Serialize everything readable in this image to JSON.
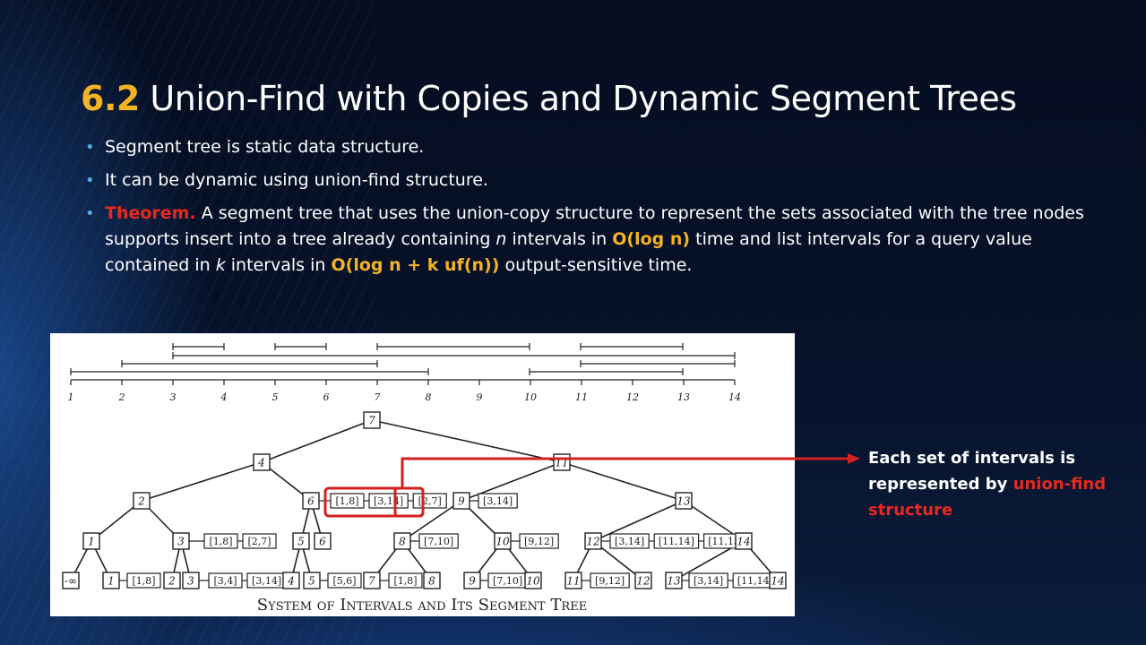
{
  "slide": {
    "title_number": "6.2",
    "title_text": "Union-Find with Copies and Dynamic Segment Trees",
    "bullets": [
      {
        "text": "Segment tree is static data structure."
      },
      {
        "text": "It can be dynamic using union-find structure."
      }
    ],
    "theorem": {
      "label": "Theorem.",
      "t1": " A segment tree that uses the union-copy structure to represent the sets associated with the tree nodes supports insert into a tree already containing ",
      "n1": "n",
      "t2": " intervals in ",
      "c1": "O(log n)",
      "t3": " time and list intervals for a query value contained in ",
      "k": "k",
      "t4": " intervals in ",
      "c2": "O(log n + k uf(n))",
      "t5": " output-sensitive time."
    },
    "callout": {
      "text": "Each set of intervals is represented by ",
      "highlight": "union-find structure"
    },
    "colors": {
      "accent_gold": "#f5b324",
      "accent_red": "#e8281e",
      "bullet_blue": "#5aa8e8"
    }
  },
  "figure": {
    "caption": "System of Intervals and Its Segment Tree",
    "axis_ticks": [
      "1",
      "2",
      "3",
      "4",
      "5",
      "6",
      "7",
      "8",
      "9",
      "10",
      "11",
      "12",
      "13",
      "14"
    ],
    "nodes": [
      "7",
      "4",
      "11",
      "2",
      "6",
      "9",
      "13",
      "1",
      "3",
      "5",
      "6",
      "8",
      "10",
      "12",
      "14",
      "-∞",
      "1",
      "2",
      "3",
      "4",
      "5",
      "7",
      "8",
      "9",
      "10",
      "11",
      "12",
      "13",
      "14"
    ],
    "sets": [
      "[1,8]",
      "[3,14]",
      "[2,7]",
      "[3,14]",
      "[1,8]",
      "[2,7]",
      "[7,10]",
      "[9,12]",
      "[3,14]",
      "[11,14]",
      "[11,13]",
      "[1,8]",
      "[3,4]",
      "[3,14]",
      "[5,6]",
      "[1,8]",
      "[7,10]",
      "[9,12]",
      "[3,14]",
      "[11,14]"
    ]
  }
}
